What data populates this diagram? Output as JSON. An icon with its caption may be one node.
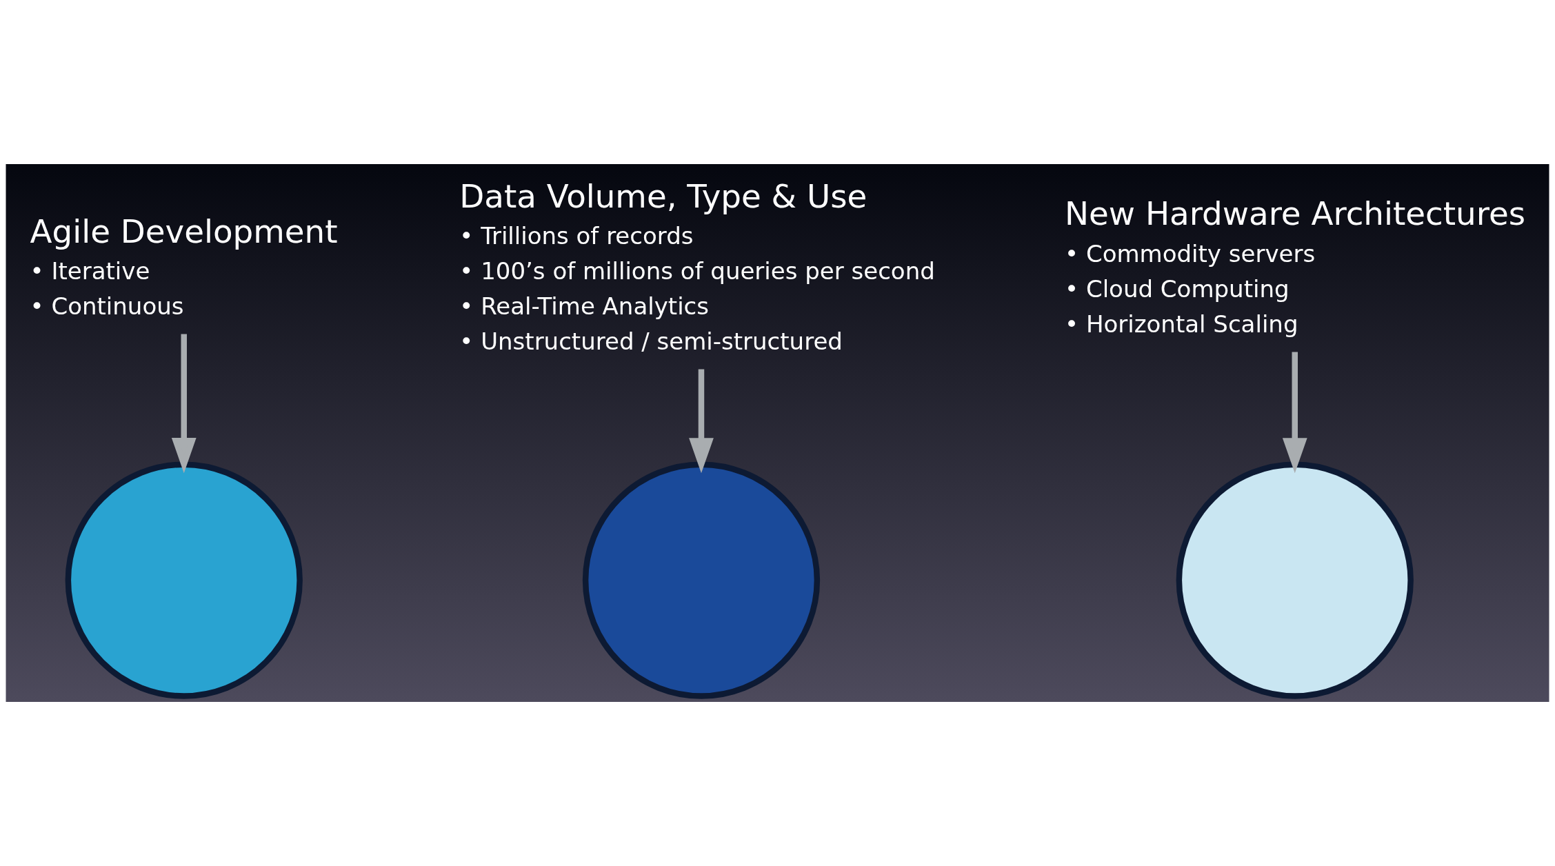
{
  "diagram": {
    "nodes": [
      {
        "text": [
          "Agile Development",
          "• Iterative",
          "• Continuous"
        ]
      },
      {
        "text": [
          "Data Volume, Type & Use",
          "• Trillions of records",
          "• 100’s of millions of queries per second",
          "• Real-Time Analytics",
          "• Unstructured / semi-structured"
        ]
      },
      {
        "text": [
          "New Hardware Architectures",
          "• Commodity servers",
          "• Cloud Computing",
          "• Horizontal Scaling"
        ]
      },
      {
        "text": [],
        "shape": "circle"
      },
      {
        "text": [],
        "shape": "circle"
      },
      {
        "text": [],
        "shape": "circle"
      }
    ],
    "edges": [
      {
        "from": 0,
        "to": 3,
        "arrow": "to"
      },
      {
        "from": 1,
        "to": 4,
        "arrow": "to"
      },
      {
        "from": 2,
        "to": 5,
        "arrow": "to"
      }
    ]
  }
}
